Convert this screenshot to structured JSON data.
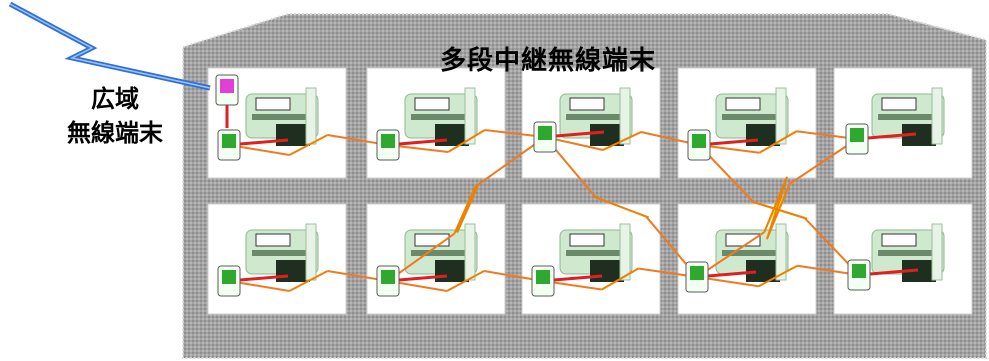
{
  "diagram": {
    "title": "多段中継無線端末",
    "wide_area_label_line1": "広域",
    "wide_area_label_line2": "無線端末"
  },
  "colors": {
    "building_fill": "#9b9b9b",
    "room_fill": "#ffffff",
    "wide_terminal": "#e040d8",
    "relay_terminal": "#2ea82e",
    "meter_body": "#cfe9cf",
    "meter_dark": "#1f2f1f",
    "wired_link": "#e02020",
    "radio_bolt_fill": "#ffe600",
    "radio_bolt_stroke": "#f08000",
    "radio_link": "#f07a20",
    "uplink_bolt": "#2f6fd8"
  }
}
